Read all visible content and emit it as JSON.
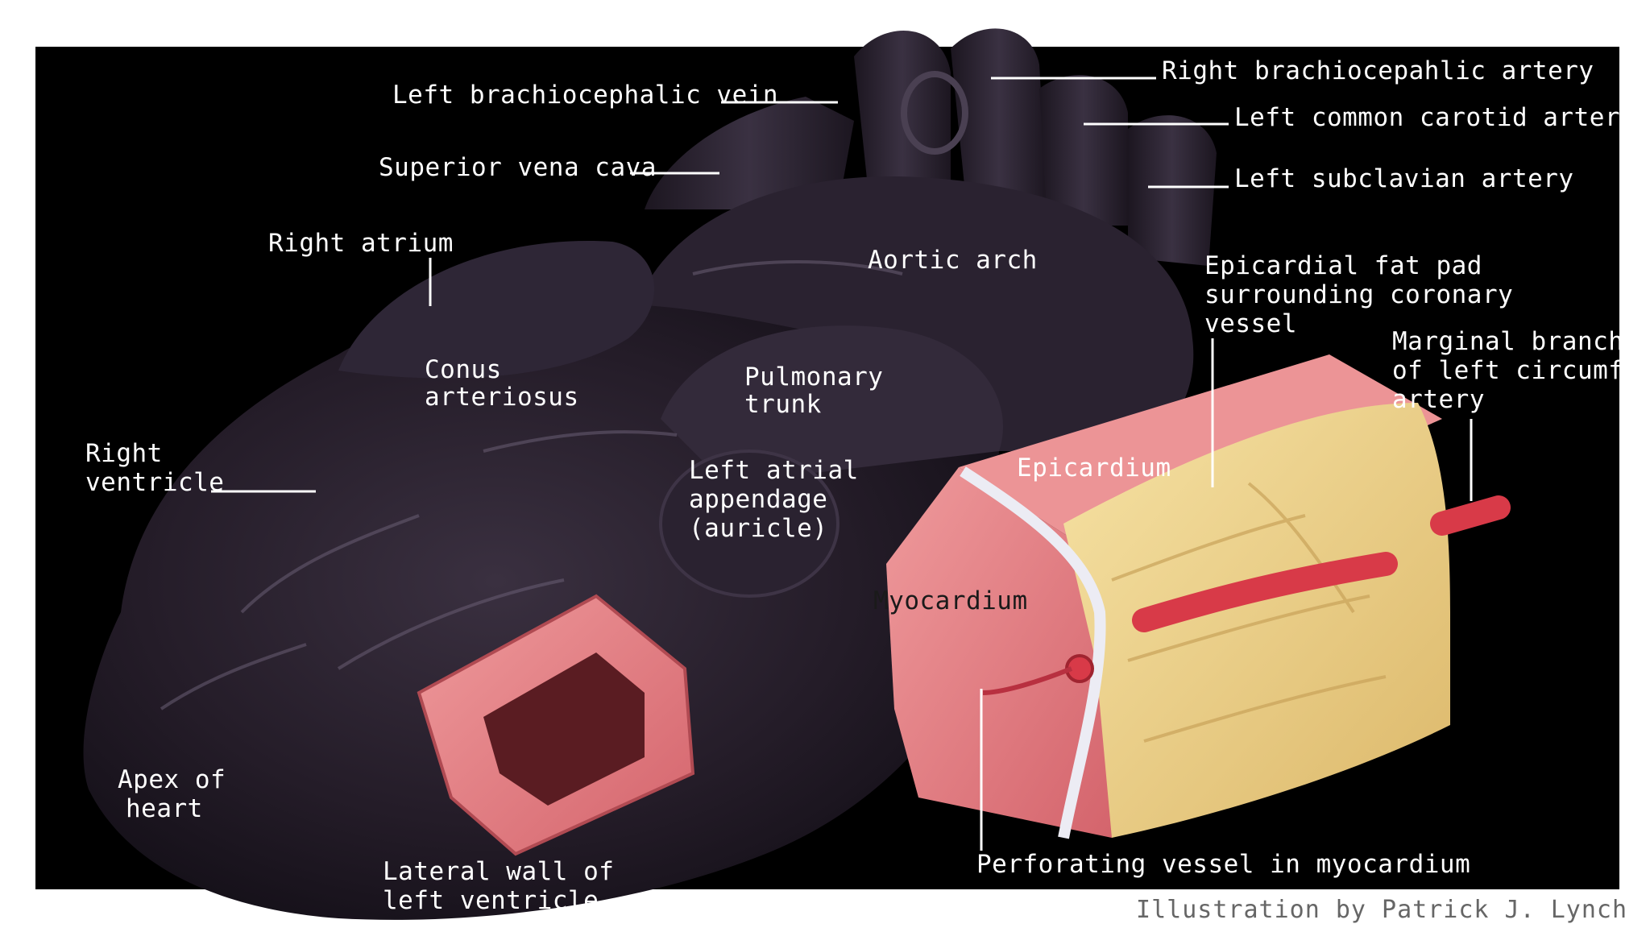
{
  "colors": {
    "background": "#000000",
    "heart": "#221a24",
    "muscle": "#e07a7e",
    "fat": "#f0d890",
    "artery": "#d83a48"
  },
  "labels": {
    "left_brachiocephalic_vein": "Left brachiocephalic vein",
    "right_brachiocephalic_artery": "Right brachiocepahlic artery",
    "left_common_carotid_artery": "Left common carotid artery",
    "superior_vena_cava": "Superior vena cava",
    "left_subclavian_artery": "Left subclavian artery",
    "right_atrium": "Right atrium",
    "aortic_arch": "Aortic arch",
    "epicardial_fat_pad": [
      "Epicardial fat pad",
      "surrounding coronary",
      "vessel"
    ],
    "marginal_branch": [
      "Marginal branch",
      "of left circumflex",
      "artery"
    ],
    "conus_arteriosus": [
      "Conus",
      "arteriosus"
    ],
    "pulmonary_trunk": [
      "Pulmonary",
      "trunk"
    ],
    "right_ventricle": [
      "Right",
      "ventricle"
    ],
    "left_atrial_appendage": [
      "Left atrial",
      "appendage",
      "(auricle)"
    ],
    "epicardium": "Epicardium",
    "myocardium": "Myocardium",
    "apex_of_heart": [
      "Apex of",
      "heart"
    ],
    "lateral_wall": [
      "Lateral wall of",
      "left ventricle"
    ],
    "perforating_vessel": "Perforating vessel in myocardium"
  },
  "credit": "Illustration by Patrick J. Lynch"
}
